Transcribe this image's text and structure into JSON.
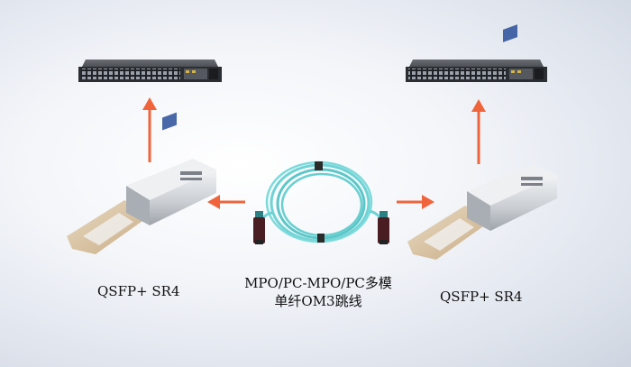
{
  "labels": {
    "left_module": "QSFP+ SR4",
    "right_module": "QSFP+ SR4",
    "cable_line1": "MPO/PC-MPO/PC多模",
    "cable_line2": "单纤OM3跳线"
  },
  "colors": {
    "arrow": "#f0643c",
    "cable": "#6fd3d5",
    "switch_body": "#3b3e44",
    "module_metal": "#d6d9dd",
    "pull_tab": "#d9c2a1",
    "connector": "#4a1d22"
  },
  "icons": [
    "network-switch-icon",
    "qsfp-transceiver-icon",
    "mpo-fiber-cable-icon",
    "arrow-icon"
  ]
}
